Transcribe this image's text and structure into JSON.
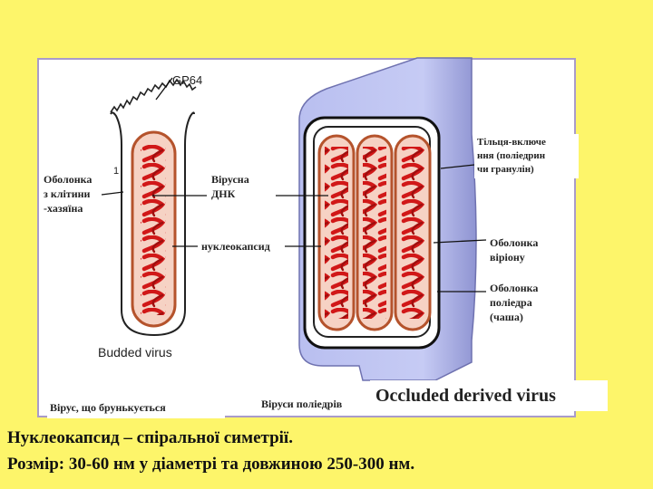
{
  "labels": {
    "gp64": "GP64",
    "number_one": "1",
    "host_membrane": "Оболонка\n з клітини\n-хазяїна",
    "viral_dna": "Вірусна\nДНК",
    "nucleocapsid": "нуклеокапсид",
    "budded_virus_en": "Budded virus",
    "budding_virus_uk": "Вірус, що брунькується",
    "polyhedra_viruses": "Віруси  поліедрів",
    "occluded_derived_virus": "Occluded derived virus",
    "occlusion_bodies": "Тільця-включе\nння (поліедрин\nчи гранулін)",
    "virion_envelope": "Оболонка\nвіріону",
    "polyhedron_envelope": "Оболонка\nполіедра\n(чаша)"
  },
  "captions": {
    "line1": "Нуклеокапсид – спіральної симетрії.",
    "line2": "Розмір: 30-60 нм у діаметрі та довжиною 250-300 нм."
  },
  "colors": {
    "background": "#fdf56a",
    "frame_border": "#a99bc9",
    "capsid_fill": "#f6d2c4",
    "capsid_outline": "#b5532c",
    "helix": "#d11818",
    "polyhedron_fill": "#c9cef2",
    "polyhedron_shade": "#8f94d2"
  }
}
